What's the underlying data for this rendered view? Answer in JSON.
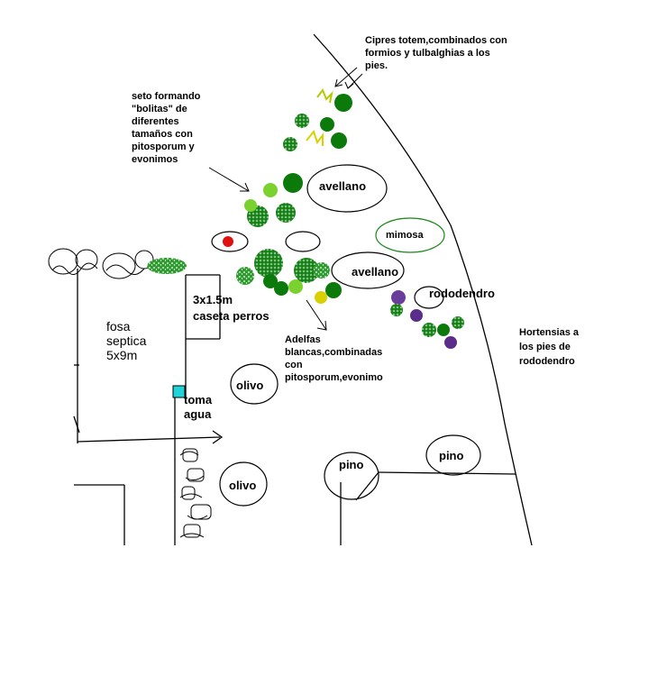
{
  "notes": {
    "cipres": "Cipres totem,combinados con\nformios y tulbalghias a los\npies.",
    "seto": "seto formando\n\"bolitas\" de\ndiferentes\ntamaños con\npitosporum y\nevonimos",
    "adelfas": "Adelfas\nblancas,combinadas\ncon\npitosporum,evonimo",
    "hortensias": "Hortensias a\nlos pies de\nrododendro"
  },
  "areas": {
    "fosa": "fosa\nseptica\n5x9m",
    "caseta": "3x1.5m\ncaseta perros",
    "toma": "toma\nagua"
  },
  "trees": {
    "avellano_1": "avellano",
    "avellano_2": "avellano",
    "mimosa": "mimosa",
    "rododendro": "rododendro",
    "olivo_1": "olivo",
    "olivo_2": "olivo",
    "pino_1": "pino",
    "pino_2": "pino"
  },
  "colors": {
    "dark_green": "#0b7a0b",
    "light_green": "#7bd12f",
    "mimosa_outline": "#1a8a1a",
    "tap_cyan": "#1fd3d8",
    "red_plant": "#e01010"
  }
}
